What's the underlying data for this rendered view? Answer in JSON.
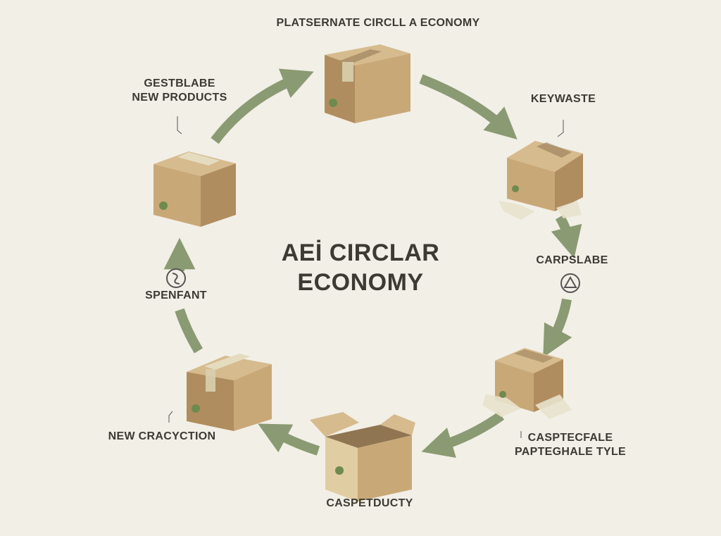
{
  "diagram": {
    "top_title": "PLATSERNATE CIRCLL A ECONOMY",
    "center_title_line1": "AEİ CIRCLAR",
    "center_title_line2": "ECONOMY",
    "labels": {
      "top_left_line1": "GESTBLABE",
      "top_left_line2": "NEW PRODUCTS",
      "right_upper": "KEYWASTE",
      "right_middle": "CARPSLABE",
      "bottom_right_line1": "CASPTECFALE",
      "bottom_right_line2": "PAPTEGHALE TYLE",
      "bottom_center": "CASPETDUCTY",
      "bottom_left": "NEW CRACYCTION",
      "left_middle": "SPENFANT"
    },
    "colors": {
      "background": "#f2efe7",
      "arrow": "#8a9a72",
      "box_front": "#c9a878",
      "box_side": "#b08d5e",
      "box_top": "#d6bb8e",
      "tape": "#d9cfae",
      "leaf": "#6f8a4e",
      "text": "#3b3a33"
    },
    "icons": [
      "recycle-triangle-icon",
      "swap-arrows-icon",
      "leaf-icon",
      "up-arrow-icon"
    ]
  }
}
